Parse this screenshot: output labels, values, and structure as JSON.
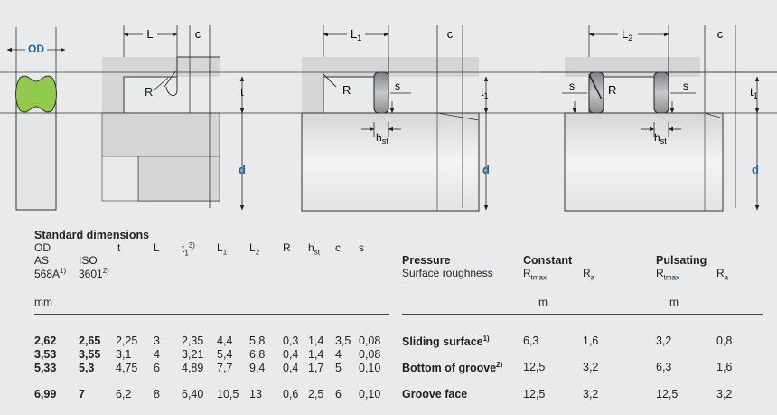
{
  "diagram": {
    "od_label": "OD",
    "groove1": {
      "L": "L",
      "c": "c",
      "R": "R",
      "t": "t",
      "d": "d"
    },
    "groove2": {
      "L": "L",
      "L_sub": "1",
      "c": "c",
      "R": "R",
      "s": "s",
      "t": "t",
      "t_sub": "1",
      "h": "h",
      "h_sub": "st",
      "d": "d"
    },
    "groove3": {
      "L": "L",
      "L_sub": "2",
      "c": "c",
      "R": "R",
      "s_left": "s",
      "s_right": "s",
      "t": "t",
      "t_sub": "1",
      "h": "h",
      "h_sub": "st",
      "d": "d"
    }
  },
  "colors": {
    "seal_green": "#92c94e",
    "blue_text": "#1b66a8",
    "housing_gray": "#d4d5d7",
    "background": "#e9eaeb"
  },
  "dimensions_table": {
    "title": "Standard dimensions",
    "od_label": "OD",
    "as_label": "AS",
    "as_code": "568A",
    "as_note": "1)",
    "iso_label": "ISO",
    "iso_code": "3601",
    "iso_note": "2)",
    "col_t": "t",
    "col_L": "L",
    "col_t1": "t",
    "col_t1_sub": "1",
    "col_t1_note": "3)",
    "col_L1": "L",
    "col_L1_sub": "1",
    "col_L2": "L",
    "col_L2_sub": "2",
    "col_R": "R",
    "col_hst": "h",
    "col_hst_sub": "st",
    "col_c": "c",
    "col_s": "s",
    "unit": "mm",
    "rows": [
      [
        "2,62",
        "2,65",
        "2,25",
        "3",
        "2,35",
        "4,4",
        "5,8",
        "0,3",
        "1,4",
        "3,5",
        "0,08"
      ],
      [
        "3,53",
        "3,55",
        "3,1",
        "4",
        "3,21",
        "5,4",
        "6,8",
        "0,4",
        "1,4",
        "4",
        "0,08"
      ],
      [
        "5,33",
        "5,3",
        "4,75",
        "6",
        "4,89",
        "7,7",
        "9,4",
        "0,4",
        "1,7",
        "5",
        "0,10"
      ],
      [
        "6,99",
        "7",
        "6,2",
        "8",
        "6,40",
        "10,5",
        "13",
        "0,6",
        "2,5",
        "6",
        "0,10"
      ]
    ]
  },
  "roughness_table": {
    "pressure_label": "Pressure",
    "surface_label": "Surface roughness",
    "constant_label": "Constant",
    "pulsating_label": "Pulsating",
    "rt_label": "R",
    "rt_sub": "tmax",
    "ra_label": "R",
    "ra_sub": "a",
    "unit_constant": "m",
    "unit_pulsating": "m",
    "rows": [
      {
        "label": "Sliding surface",
        "note": "1)",
        "values": [
          "6,3",
          "1,6",
          "3,2",
          "0,8"
        ]
      },
      {
        "label": "Bottom of groove",
        "note": "2)",
        "values": [
          "12,5",
          "3,2",
          "6,3",
          "1,6"
        ]
      },
      {
        "label": "Groove face",
        "note": "",
        "values": [
          "12,5",
          "3,2",
          "12,5",
          "3,2"
        ]
      }
    ]
  }
}
